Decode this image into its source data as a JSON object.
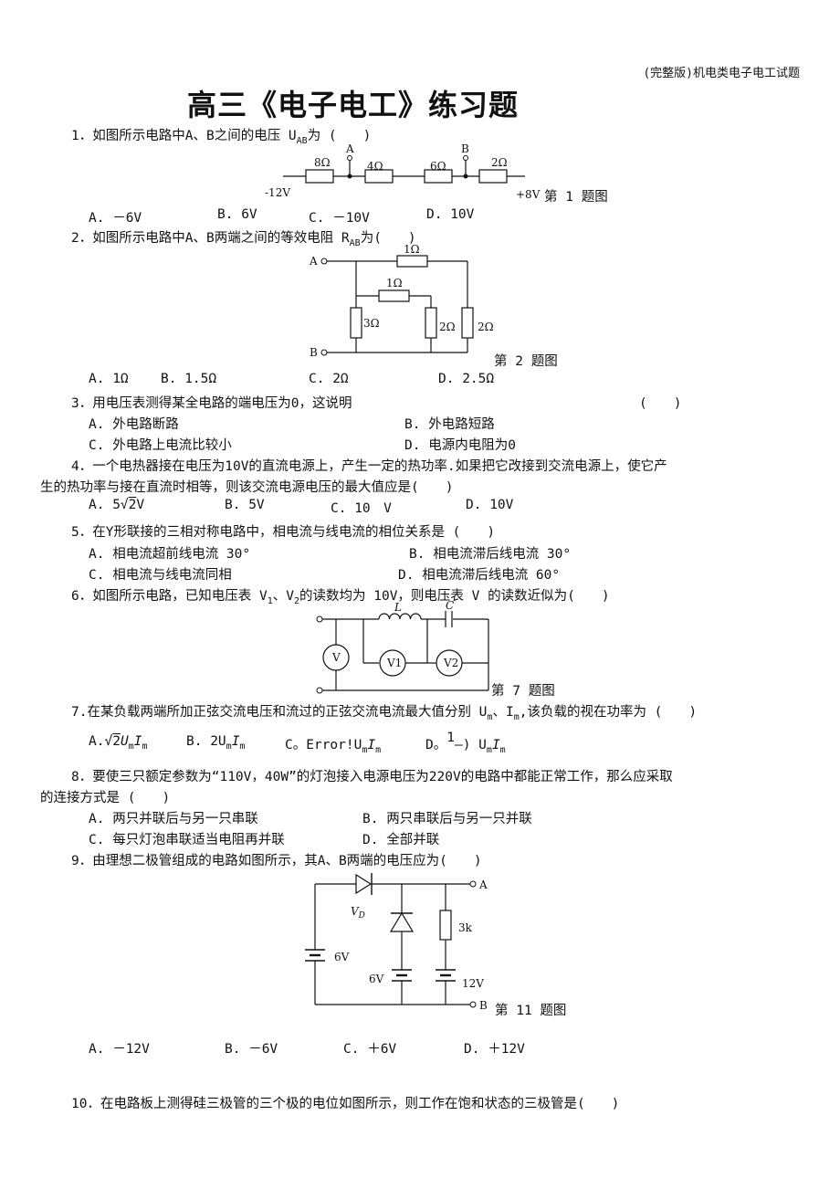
{
  "header": {
    "doc_tag": "(完整版)机电类电子电工试题"
  },
  "title": "高三《电子电工》练习题",
  "q1": {
    "stem": "1．如图所示电路中A、B之间的电压 U",
    "sub": "AB",
    "tail": "为 (　　)",
    "figure": {
      "caption": "第 1 题图",
      "left_v": "-12V",
      "right_v": "+8V",
      "resistors": [
        "8Ω",
        "4Ω",
        "6Ω",
        "2Ω"
      ],
      "node_a": "A",
      "node_b": "B"
    },
    "options": [
      "A. －6V",
      "B. 6V",
      "C. －10V",
      "D. 10V"
    ]
  },
  "q2": {
    "stem": "2．如图所示电路中A、B两端之间的等效电阻 R",
    "sub": "AB",
    "tail": "为(　　)",
    "figure": {
      "caption": "第 2 题图",
      "node_a": "A",
      "node_b": "B",
      "resistors": [
        "1Ω",
        "1Ω",
        "3Ω",
        "2Ω",
        "2Ω"
      ]
    },
    "options": [
      "A. 1Ω",
      "B. 1.5Ω",
      "C. 2Ω",
      "D. 2.5Ω"
    ]
  },
  "q3": {
    "stem": "3．用电压表测得某全电路的端电压为0，这说明",
    "bracket": "(　　)",
    "options": [
      "A. 外电路断路",
      "B. 外电路短路",
      "C. 外电路上电流比较小",
      "D. 电源内电阻为0"
    ]
  },
  "q4": {
    "line1": "4．一个电热器接在电压为10V的直流电源上，产生一定的热功率.如果把它改接到交流电源上，使它产",
    "line2": "生的热功率与接在直流时相等，则该交流电源电压的最大值应是(　　)",
    "optA_pre": "A. 5",
    "optA_rad": "2",
    "optA_post": "V",
    "options": [
      "B. 5V",
      "C. 10　V",
      "D. 10V"
    ]
  },
  "q5": {
    "stem": "5．在Y形联接的三相对称电路中，相电流与线电流的相位关系是 (　　)",
    "options": [
      "A. 相电流超前线电流 30°",
      "B. 相电流滞后线电流 30°",
      "C. 相电流与线电流同相",
      "D. 相电流滞后线电流 60°"
    ]
  },
  "q6": {
    "stem_a": "6．如图所示电路，已知电压表 V",
    "sub1": "1",
    "mid": "、V",
    "sub2": "2",
    "stem_b": "的读数均为 10V，则电压表 V 的读数近似为(　　)",
    "figure": {
      "caption": "第 7 题图",
      "meters": [
        "V",
        "V1",
        "V2"
      ],
      "inductor": "L",
      "capacitor": "C"
    }
  },
  "q7": {
    "stem_a": "7.在某负载两端所加正弦交流电压和流过的正弦交流电流最大值分别 U",
    "sub1": "m",
    "mid": "、I",
    "sub2": "m",
    "stem_b": ",该负载的视在功率为 (　　)",
    "optA_pre": "A.",
    "optA_rad": "2",
    "optA_post": "U",
    "optB": "B. 2U",
    "optC": "C。Error!U",
    "optD_pre": "D。",
    "optD_num": "1",
    "optD_post": ") U",
    "sub_m": "m",
    "i_m": "I"
  },
  "q8": {
    "line1": "8．要使三只额定参数为“110V，40W”的灯泡接入电源电压为220V的电路中都能正常工作，那么应采取",
    "line2": "的连接方式是 (　　)",
    "options": [
      "A. 两只并联后与另一只串联",
      "B. 两只串联后与另一只并联",
      "C. 每只灯泡串联适当电阻再并联",
      "D. 全部并联"
    ]
  },
  "q9": {
    "stem": "9．由理想二极管组成的电路如图所示，其A、B两端的电压应为(　　)",
    "figure": {
      "caption": "第 11 题图",
      "node_a": "A",
      "node_b": "B",
      "diode": "V",
      "diode_sub": "D",
      "resistor": "3k",
      "sources": [
        "6V",
        "6V",
        "12V"
      ]
    },
    "options": [
      "A. －12V",
      "B. －6V",
      "C. ＋6V",
      "D. ＋12V"
    ]
  },
  "q10": {
    "stem": "10．在电路板上测得硅三极管的三个极的电位如图所示，则工作在饱和状态的三极管是(　　)"
  }
}
